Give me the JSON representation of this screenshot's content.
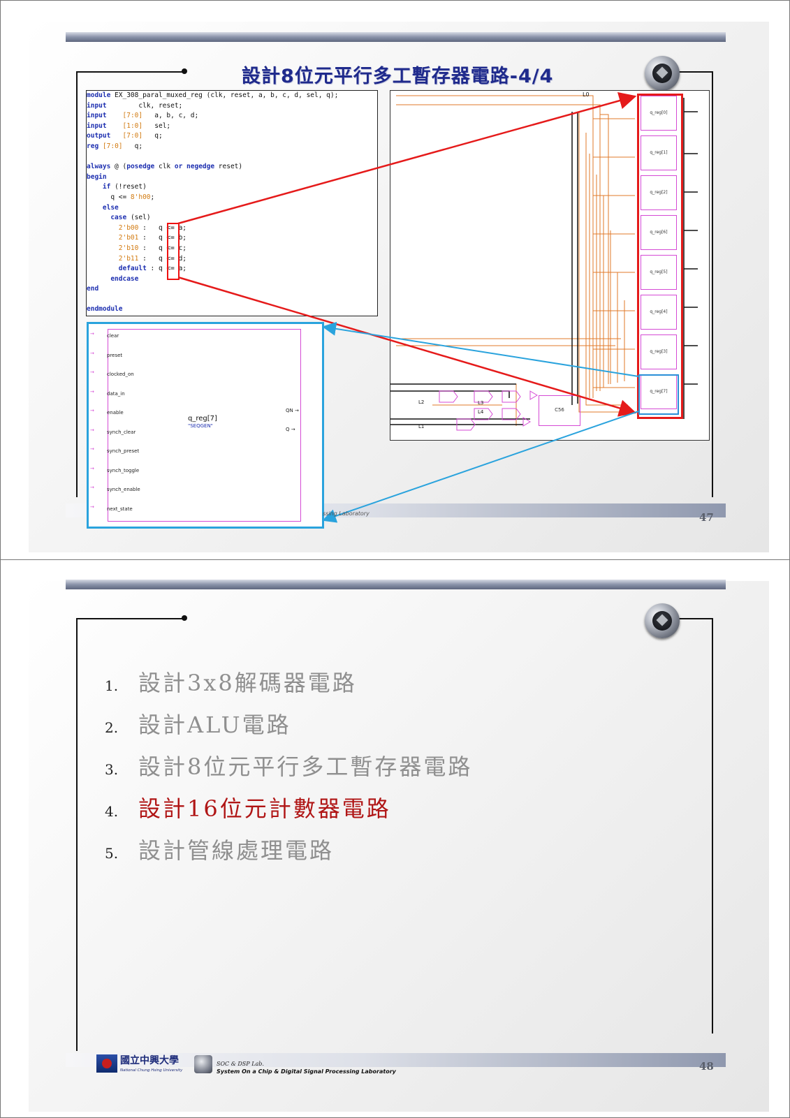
{
  "slide1": {
    "title": "設計8位元平行多工暫存器電路-4/4",
    "page_number": "47",
    "footer_lab_partial": "ssing Laboratory",
    "code_lines": [
      [
        {
          "t": "module",
          "c": "kw"
        },
        {
          "t": " EX_308_paral_muxed_reg (clk, reset, a, b, c, d, sel, q);",
          "c": ""
        }
      ],
      [
        {
          "t": "input",
          "c": "kw"
        },
        {
          "t": "        clk, reset;",
          "c": ""
        }
      ],
      [
        {
          "t": "input",
          "c": "kw"
        },
        {
          "t": "    ",
          "c": ""
        },
        {
          "t": "[7:0]",
          "c": "num"
        },
        {
          "t": "   a, b, c, d;",
          "c": ""
        }
      ],
      [
        {
          "t": "input",
          "c": "kw"
        },
        {
          "t": "    ",
          "c": ""
        },
        {
          "t": "[1:0]",
          "c": "num"
        },
        {
          "t": "   sel;",
          "c": ""
        }
      ],
      [
        {
          "t": "output",
          "c": "kw"
        },
        {
          "t": "   ",
          "c": ""
        },
        {
          "t": "[7:0]",
          "c": "num"
        },
        {
          "t": "   q;",
          "c": ""
        }
      ],
      [
        {
          "t": "reg",
          "c": "kw"
        },
        {
          "t": " ",
          "c": ""
        },
        {
          "t": "[7:0]",
          "c": "num"
        },
        {
          "t": "   q;",
          "c": ""
        }
      ],
      [
        {
          "t": "",
          "c": ""
        }
      ],
      [
        {
          "t": "always",
          "c": "kw"
        },
        {
          "t": " @ (",
          "c": ""
        },
        {
          "t": "posedge",
          "c": "kw"
        },
        {
          "t": " clk ",
          "c": ""
        },
        {
          "t": "or negedge",
          "c": "kw"
        },
        {
          "t": " reset)",
          "c": ""
        }
      ],
      [
        {
          "t": "begin",
          "c": "kw"
        }
      ],
      [
        {
          "t": "    ",
          "c": ""
        },
        {
          "t": "if",
          "c": "kw"
        },
        {
          "t": " (!reset)",
          "c": ""
        }
      ],
      [
        {
          "t": "      q <= ",
          "c": ""
        },
        {
          "t": "8'h00",
          "c": "num"
        },
        {
          "t": ";",
          "c": ""
        }
      ],
      [
        {
          "t": "    ",
          "c": ""
        },
        {
          "t": "else",
          "c": "kw"
        }
      ],
      [
        {
          "t": "      ",
          "c": ""
        },
        {
          "t": "case",
          "c": "kw"
        },
        {
          "t": " (sel)",
          "c": ""
        }
      ],
      [
        {
          "t": "        ",
          "c": ""
        },
        {
          "t": "2'b00",
          "c": "num"
        },
        {
          "t": " :   q <= a;",
          "c": ""
        }
      ],
      [
        {
          "t": "        ",
          "c": ""
        },
        {
          "t": "2'b01",
          "c": "num"
        },
        {
          "t": " :   q <= b;",
          "c": ""
        }
      ],
      [
        {
          "t": "        ",
          "c": ""
        },
        {
          "t": "2'b10",
          "c": "num"
        },
        {
          "t": " :   q <= c;",
          "c": ""
        }
      ],
      [
        {
          "t": "        ",
          "c": ""
        },
        {
          "t": "2'b11",
          "c": "num"
        },
        {
          "t": " :   q <= d;",
          "c": ""
        }
      ],
      [
        {
          "t": "        ",
          "c": ""
        },
        {
          "t": "default",
          "c": "kw"
        },
        {
          "t": " : q <= a;",
          "c": ""
        }
      ],
      [
        {
          "t": "      ",
          "c": ""
        },
        {
          "t": "endcase",
          "c": "kw"
        }
      ],
      [
        {
          "t": "end",
          "c": "kw"
        }
      ],
      [
        {
          "t": "",
          "c": ""
        }
      ],
      [
        {
          "t": "endmodule",
          "c": "kw"
        }
      ]
    ],
    "registers": [
      "q_reg[0]",
      "q_reg[1]",
      "q_reg[2]",
      "q_reg[6]",
      "q_reg[5]",
      "q_reg[4]",
      "q_reg[3]",
      "q_reg[7]"
    ],
    "mux_label": "C56",
    "schematic_labels": {
      "l0": "L0",
      "l2": "L2",
      "l3": "L3",
      "l4": "L4",
      "l1": "L1"
    },
    "zoom": {
      "name": "q_reg[7]",
      "subtitle": "\"SEQGEN\"",
      "inputs": [
        "clear",
        "preset",
        "clocked_on",
        "data_in",
        "enable",
        "synch_clear",
        "synch_preset",
        "synch_toggle",
        "synch_enable",
        "next_state"
      ],
      "outputs": [
        "QN",
        "Q"
      ]
    },
    "colors": {
      "title": "#1f2a8c",
      "red_highlight": "#e51a1a",
      "blue_highlight": "#2aa3dd",
      "wire": "#e07a2a",
      "pin": "#d54ad5"
    }
  },
  "slide2": {
    "page_number": "48",
    "items": [
      {
        "num": "1.",
        "text": "設計3x8解碼器電路",
        "active": false
      },
      {
        "num": "2.",
        "text": "設計ALU電路",
        "active": false
      },
      {
        "num": "3.",
        "text": "設計8位元平行多工暫存器電路",
        "active": false
      },
      {
        "num": "4.",
        "text": "設計16位元計數器電路",
        "active": true
      },
      {
        "num": "5.",
        "text": "設計管線處理電路",
        "active": false
      }
    ],
    "footer": {
      "university": "國立中興大學",
      "university_en": "National Chung Hsing University",
      "lab_short": "SOC & DSP Lab.",
      "lab_full": "System On a Chip & Digital Signal Processing Laboratory"
    },
    "colors": {
      "inactive": "#8f8f8f",
      "active": "#b01515"
    }
  },
  "icons": [
    "seal-icon",
    "lab-logo-icon"
  ]
}
